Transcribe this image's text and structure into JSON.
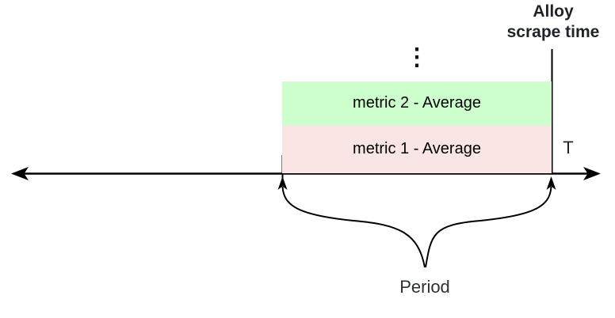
{
  "canvas": {
    "background": "#ffffff"
  },
  "scrape_marker": {
    "label_line1": "Alloy",
    "label_line2": "scrape time"
  },
  "timeline": {
    "label": "T"
  },
  "metric_stack": {
    "more_indicator": "⋮",
    "rows": [
      {
        "label": "metric 2 - Average",
        "fill": "#ccffcc"
      },
      {
        "label": "metric 1 - Average",
        "fill": "#fae5e5"
      }
    ]
  },
  "period": {
    "label": "Period"
  },
  "colors": {
    "stroke": "#000000",
    "label_text": "#1f2328",
    "metric_text": "#000000",
    "green_fill": "#ccffcc",
    "pink_fill": "#fae5e5"
  }
}
